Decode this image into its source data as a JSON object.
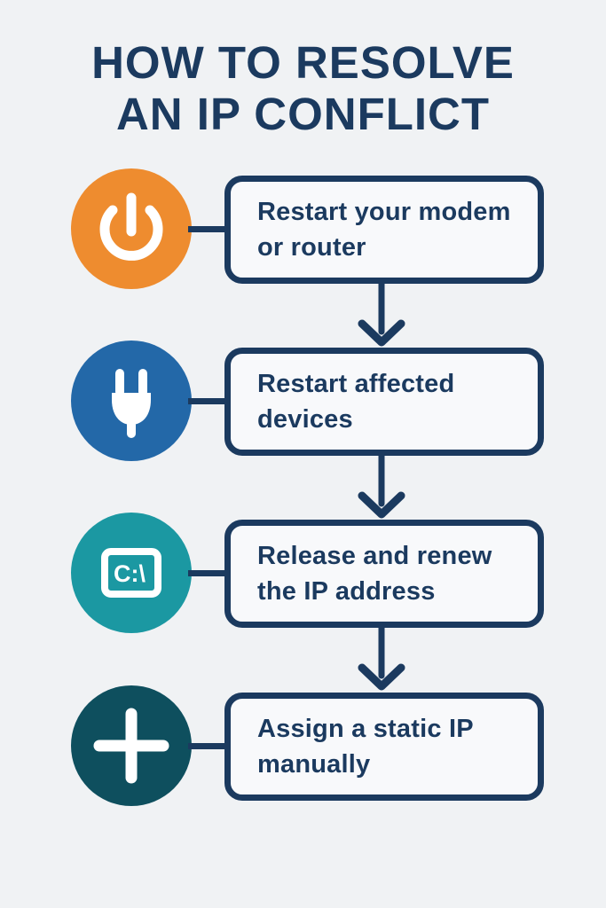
{
  "title": {
    "line1": "HOW TO RESOLVE",
    "line2": "AN IP CONFLICT"
  },
  "steps": [
    {
      "id": "restart-modem-or-router",
      "icon": "power-icon",
      "circle_color": "#EE8C2F",
      "lines": [
        "Restart your modem",
        "or router"
      ]
    },
    {
      "id": "restart-affected-devices",
      "icon": "plug-icon",
      "circle_color": "#2368A8",
      "lines": [
        "Restart affected",
        "devices"
      ]
    },
    {
      "id": "release-and-renew-ip",
      "icon": "command-prompt-icon",
      "circle_color": "#1B98A2",
      "icon_label": "C:\\",
      "lines": [
        "Release and renew",
        "the IP address"
      ]
    },
    {
      "id": "assign-static-ip",
      "icon": "plus-icon",
      "circle_color": "#0E4F5E",
      "lines": [
        "Assign a static IP",
        "manually"
      ]
    }
  ],
  "colors": {
    "background": "#F0F2F4",
    "outline_navy": "#1B3A5F",
    "box_background": "#F8F9FB",
    "step1_orange": "#EE8C2F",
    "step2_blue": "#2368A8",
    "step3_teal": "#1B98A2",
    "step4_dark_teal": "#0E4F5E",
    "icon_white": "#FFFFFF"
  }
}
